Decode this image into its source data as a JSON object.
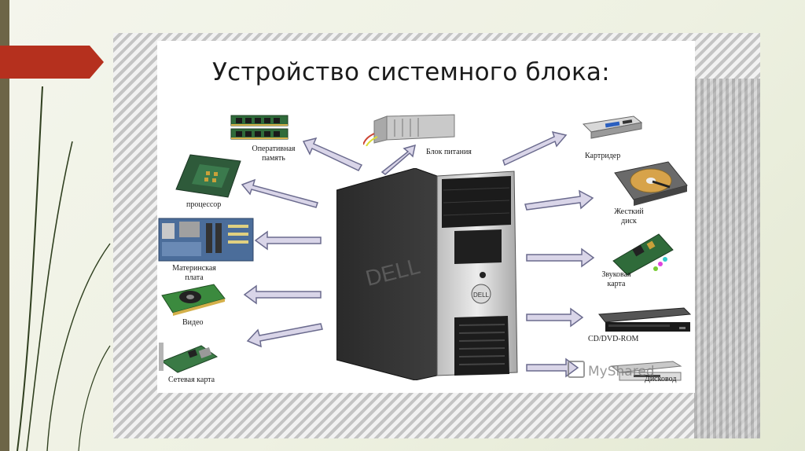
{
  "slide": {
    "title": "Устройство системного блока:",
    "colors": {
      "accent_red": "#b5301e",
      "left_bar": "#6d6547",
      "arrow_fill": "#d9d5e8",
      "arrow_stroke": "#6b6b8e"
    }
  },
  "components": {
    "ram": "Оперативная память",
    "psu": "Блок питания",
    "cardreader": "Картридер",
    "cpu": "процессор",
    "hdd_line1": "Жесткий",
    "hdd_line2": "диск",
    "motherboard_line1": "Материнская",
    "motherboard_line2": "плата",
    "sound_line1": "Звуковая",
    "sound_line2": "карта",
    "video": "Видео",
    "optical": "CD/DVD-ROM",
    "network": "Сетевая карта",
    "floppy": "Дисковод"
  },
  "tower": {
    "brand": "DELL"
  },
  "watermark": {
    "text": "MyShared"
  }
}
